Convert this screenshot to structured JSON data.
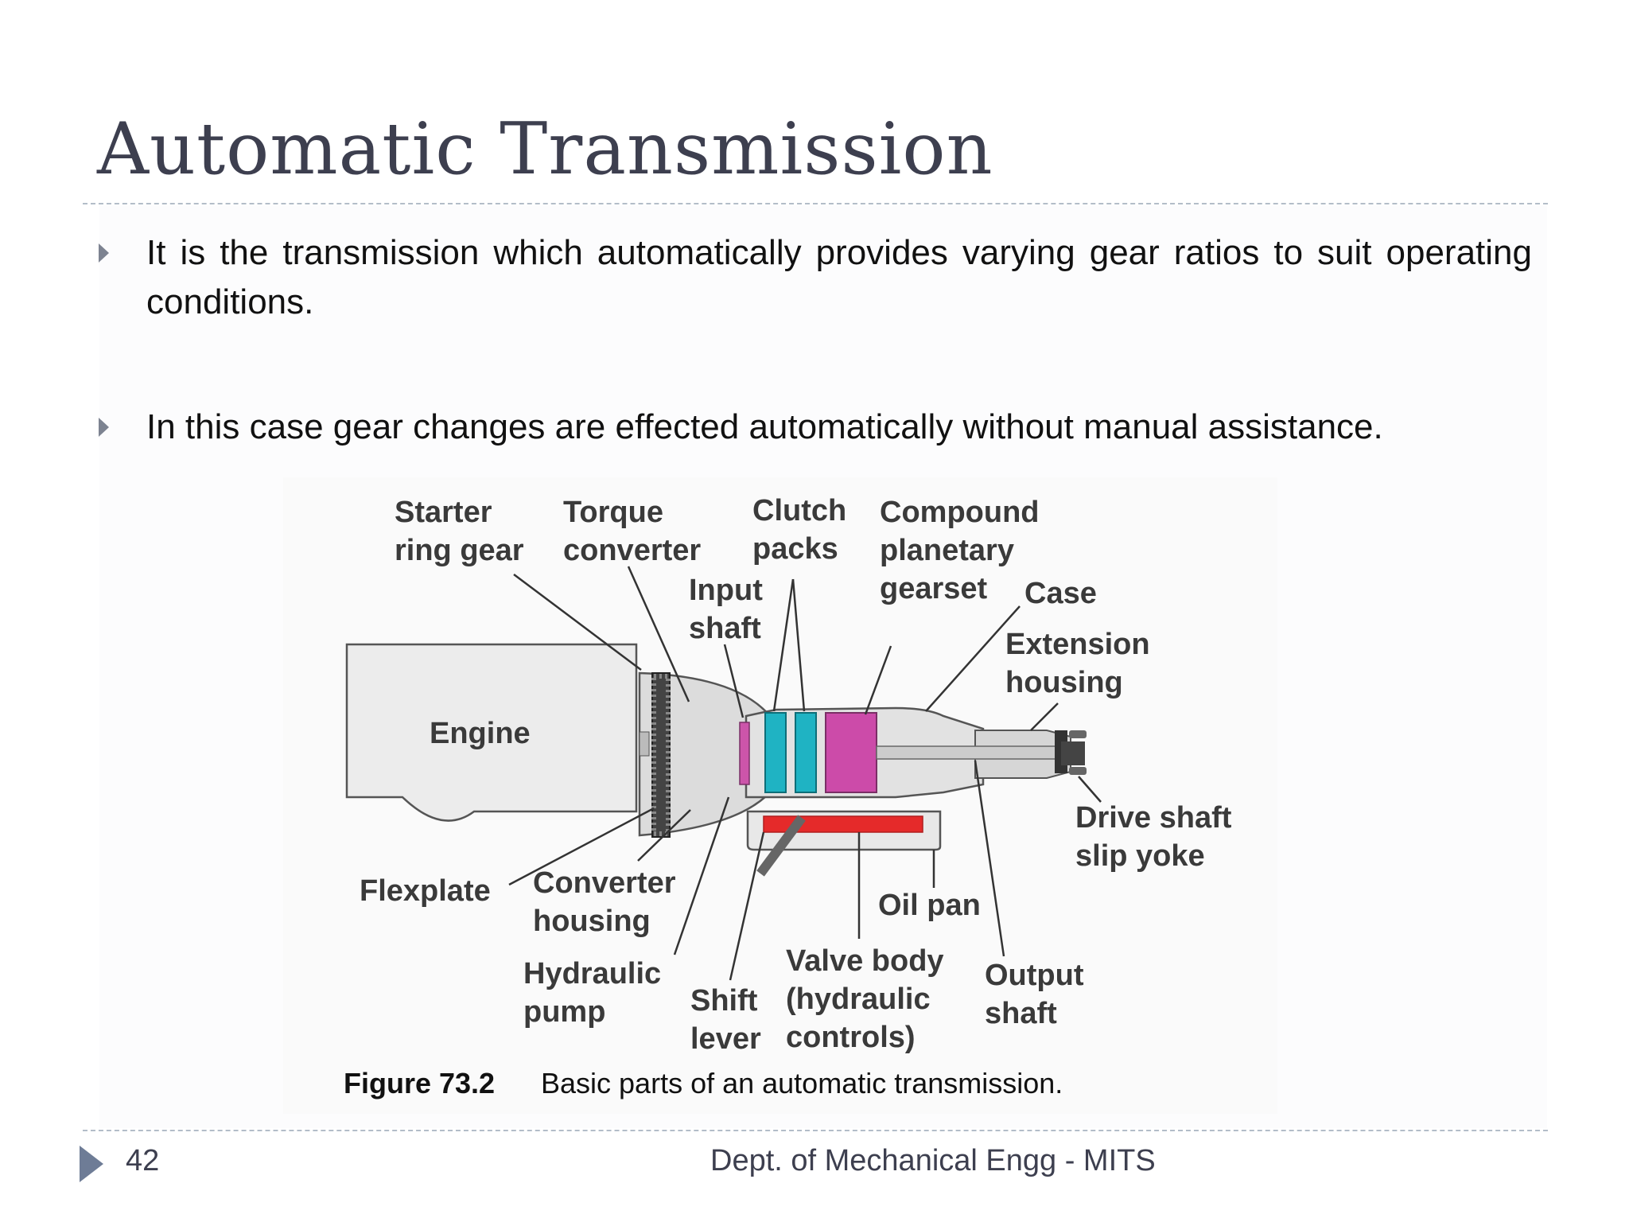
{
  "slide": {
    "title": "Automatic Transmission",
    "bullets": [
      "It is the transmission which automatically provides varying gear ratios to suit operating conditions.",
      "In this case gear changes are effected automatically without manual assistance."
    ],
    "figure": {
      "labels": {
        "starter": [
          "Starter",
          "ring gear"
        ],
        "torque": [
          "Torque",
          "converter"
        ],
        "clutch": [
          "Clutch",
          "packs"
        ],
        "compound": [
          "Compound",
          "planetary",
          "gearset"
        ],
        "case": "Case",
        "input": [
          "Input",
          "shaft"
        ],
        "extension": [
          "Extension",
          "housing"
        ],
        "engine": "Engine",
        "drive": [
          "Drive shaft",
          "slip yoke"
        ],
        "flexplate": "Flexplate",
        "converter_housing": [
          "Converter",
          "housing"
        ],
        "oil_pan": "Oil pan",
        "hydraulic": [
          "Hydraulic",
          "pump"
        ],
        "shift": [
          "Shift",
          "lever"
        ],
        "valve": [
          "Valve body",
          "(hydraulic",
          "controls)"
        ],
        "output": [
          "Output",
          "shaft"
        ]
      },
      "caption_bold": "Figure 73.2",
      "caption_text": "Basic parts of an automatic transmission."
    },
    "footer": {
      "page_number": "42",
      "department": "Dept. of Mechanical Engg - MITS"
    }
  }
}
